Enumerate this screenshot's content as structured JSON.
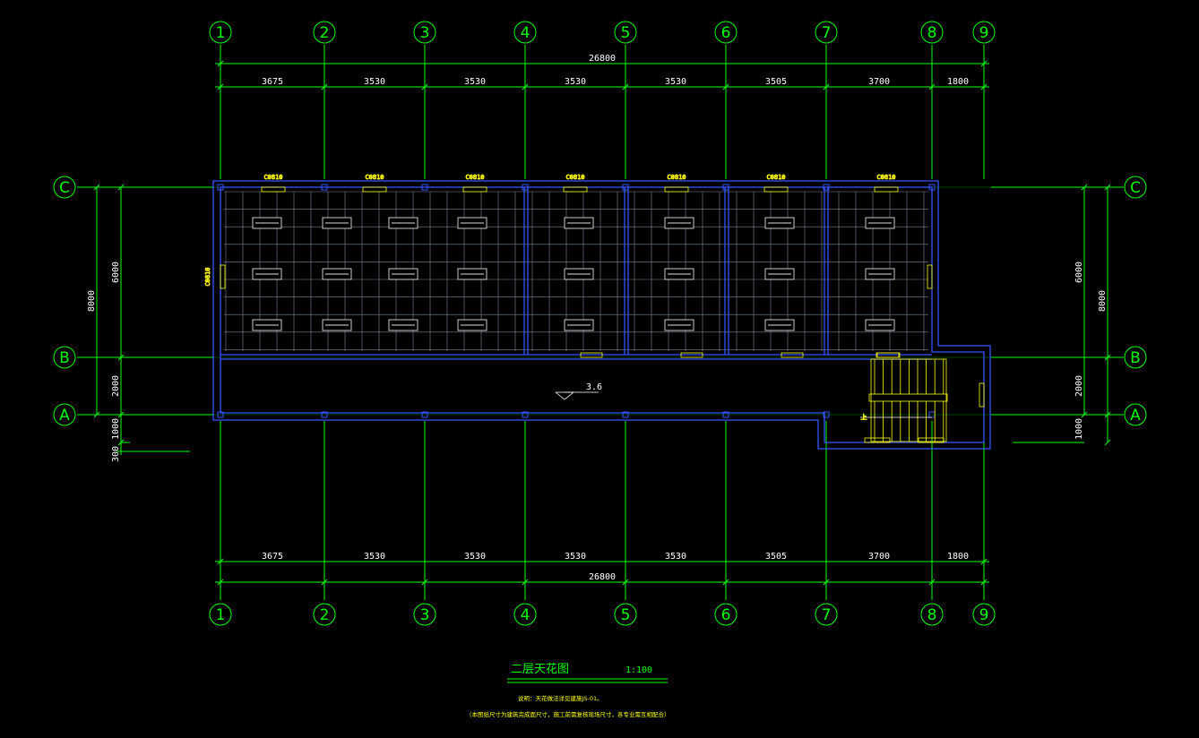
{
  "drawing": {
    "title": "二层天花图",
    "scale": "1:100",
    "note_line1": "说明：天花做法详见建施JS-01。",
    "note_line2": "（本图纸尺寸为建筑完成面尺寸，施工前需复核现场尺寸，各专业需互相配合）",
    "level_mark": "3.6",
    "stair_arrow": "上"
  },
  "axes": {
    "columns": [
      "1",
      "2",
      "3",
      "4",
      "5",
      "6",
      "7",
      "8",
      "9"
    ],
    "rows": [
      "A",
      "B",
      "C"
    ]
  },
  "dimensions": {
    "horizontal_total": "26800",
    "horizontal_segments": [
      "3675",
      "3530",
      "3530",
      "3530",
      "3530",
      "3505",
      "3700",
      "1800"
    ],
    "left_total": "8000",
    "left_segments": [
      "6000",
      "2000",
      "1000",
      "300"
    ],
    "right_total": "8000",
    "right_segments": [
      "6000",
      "2000",
      "1000"
    ]
  },
  "windows": {
    "top_label": "C0810",
    "side_label": "C0810",
    "count_top": 7
  },
  "colors": {
    "background": "#000000",
    "axis_lines": "#00ff00",
    "walls": "#3355ff",
    "ceiling_grid": "#9aa6b8",
    "dimension_text": "#ffffff",
    "stairs": "#ffff00",
    "doors_windows": "#ffff00"
  }
}
